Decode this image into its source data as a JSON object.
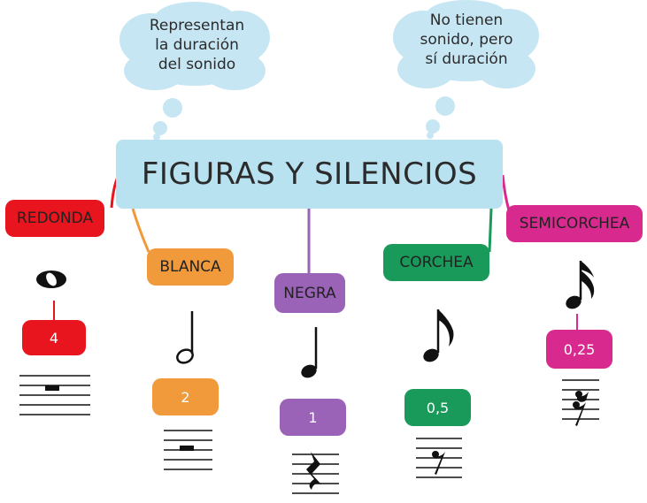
{
  "title": "FIGURAS Y SILENCIOS",
  "clouds": [
    {
      "lines": [
        "Representan",
        "la duración",
        "del sonido"
      ]
    },
    {
      "lines": [
        "No tienen",
        "sonido, pero",
        "sí duración"
      ]
    }
  ],
  "figures": [
    {
      "name": "REDONDA",
      "value": "4",
      "color": "#e8141e",
      "note_icon": "whole-note-icon",
      "rest_icon": "whole-rest-icon"
    },
    {
      "name": "BLANCA",
      "value": "2",
      "color": "#f09a3c",
      "note_icon": "half-note-icon",
      "rest_icon": "half-rest-icon"
    },
    {
      "name": "NEGRA",
      "value": "1",
      "color": "#9a63b8",
      "note_icon": "quarter-note-icon",
      "rest_icon": "quarter-rest-icon"
    },
    {
      "name": "CORCHEA",
      "value": "0,5",
      "color": "#1a9a5a",
      "note_icon": "eighth-note-icon",
      "rest_icon": "eighth-rest-icon"
    },
    {
      "name": "SEMICORCHEA",
      "value": "0,25",
      "color": "#d82a8e",
      "note_icon": "sixteenth-note-icon",
      "rest_icon": "sixteenth-rest-icon"
    }
  ],
  "colors": {
    "title_bg": "#b9e2f1",
    "cloud": "#c7e6f3"
  }
}
